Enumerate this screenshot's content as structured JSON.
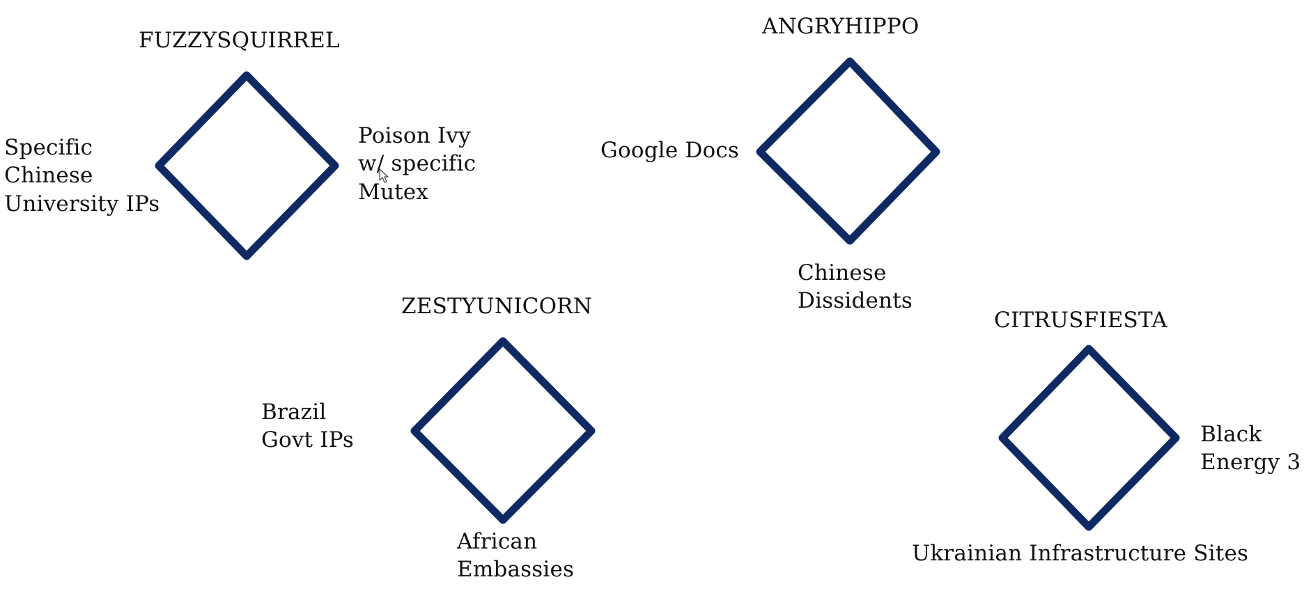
{
  "colors": {
    "background": "#ffffff",
    "diamond_stroke": "#0f2a62",
    "text": "#111111"
  },
  "models": [
    {
      "title": "FUZZYSQUIRREL",
      "left_text": "Specific\nChinese\nUniversity IPs",
      "right_text": "Poison Ivy\nw/ specific\nMutex"
    },
    {
      "title": "ANGRYHIPPO",
      "left_text": "Google Docs",
      "bottom_text": "Chinese\nDissidents"
    },
    {
      "title": "ZESTYUNICORN",
      "left_text": "Brazil\nGovt IPs",
      "bottom_text": "African\nEmbassies"
    },
    {
      "title": "CITRUSFIESTA",
      "right_text": "Black\nEnergy 3",
      "bottom_text": "Ukrainian Infrastructure Sites"
    }
  ]
}
